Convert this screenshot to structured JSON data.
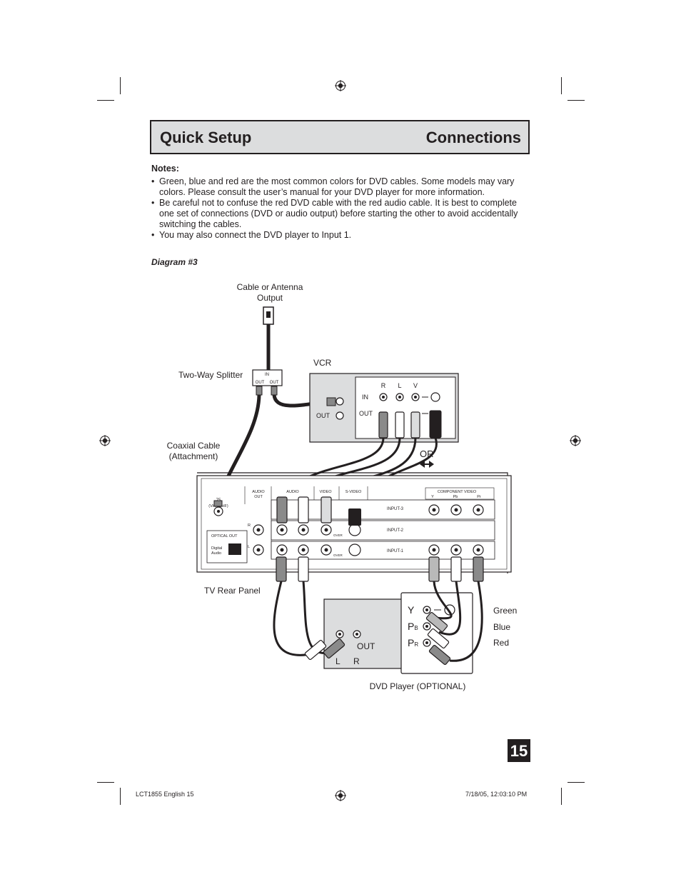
{
  "header": {
    "left_title": "Quick Setup",
    "right_title": "Connections"
  },
  "notes": {
    "title": "Notes:",
    "items": [
      "Green, blue and red are the most common colors for DVD cables. Some models may vary colors. Please consult the user’s manual for your DVD player for more information.",
      "Be careful not to confuse the red DVD cable with the red audio cable. It is best to complete one set of connections (DVD or audio output) before starting the other to avoid accidentally switching the cables.",
      "You may also connect the DVD player to Input 1."
    ]
  },
  "diagram": {
    "title": "Diagram #3",
    "labels": {
      "cable_output_1": "Cable or Antenna",
      "cable_output_2": "Output",
      "splitter": "Two-Way Splitter",
      "vcr": "VCR",
      "coax_1": "Coaxial Cable",
      "coax_2": "(Attachment)",
      "tv_panel": "TV Rear Panel",
      "dvd": "DVD Player (OPTIONAL)",
      "or": "OR"
    },
    "splitter": {
      "in": "IN",
      "out1": "OUT",
      "out2": "OUT"
    },
    "vcr": {
      "r": "R",
      "l": "L",
      "v": "V",
      "in_row": "IN",
      "out_row": "OUT",
      "rf_out": "OUT"
    },
    "tv": {
      "audio_out": "AUDIO",
      "audio_out_2": "OUT",
      "audio": "AUDIO",
      "video": "VIDEO",
      "svideo": "S-VIDEO",
      "component": "COMPONENT VIDEO",
      "y": "Y",
      "pb": "Pb",
      "pr": "Pr",
      "input3": "INPUT-3",
      "input2": "INPUT-2",
      "input1": "INPUT-1",
      "optical": "OPTICAL OUT",
      "digital_1": "Digital",
      "digital_2": "Audio",
      "r": "R",
      "l": "L",
      "over": "OVER",
      "ant_1": "75",
      "ant_2": "(VHF/UHF)"
    },
    "dvd_player": {
      "out": "OUT",
      "l": "L",
      "r": "R",
      "y": "Y",
      "p": "P",
      "b": "B",
      "r_sub": "R"
    },
    "colors": {
      "green": "Green",
      "blue": "Blue",
      "red": "Red"
    }
  },
  "page_number": "15",
  "footer": {
    "left": "LCT1855 English   15",
    "right": "7/18/05, 12:03:10 PM"
  }
}
